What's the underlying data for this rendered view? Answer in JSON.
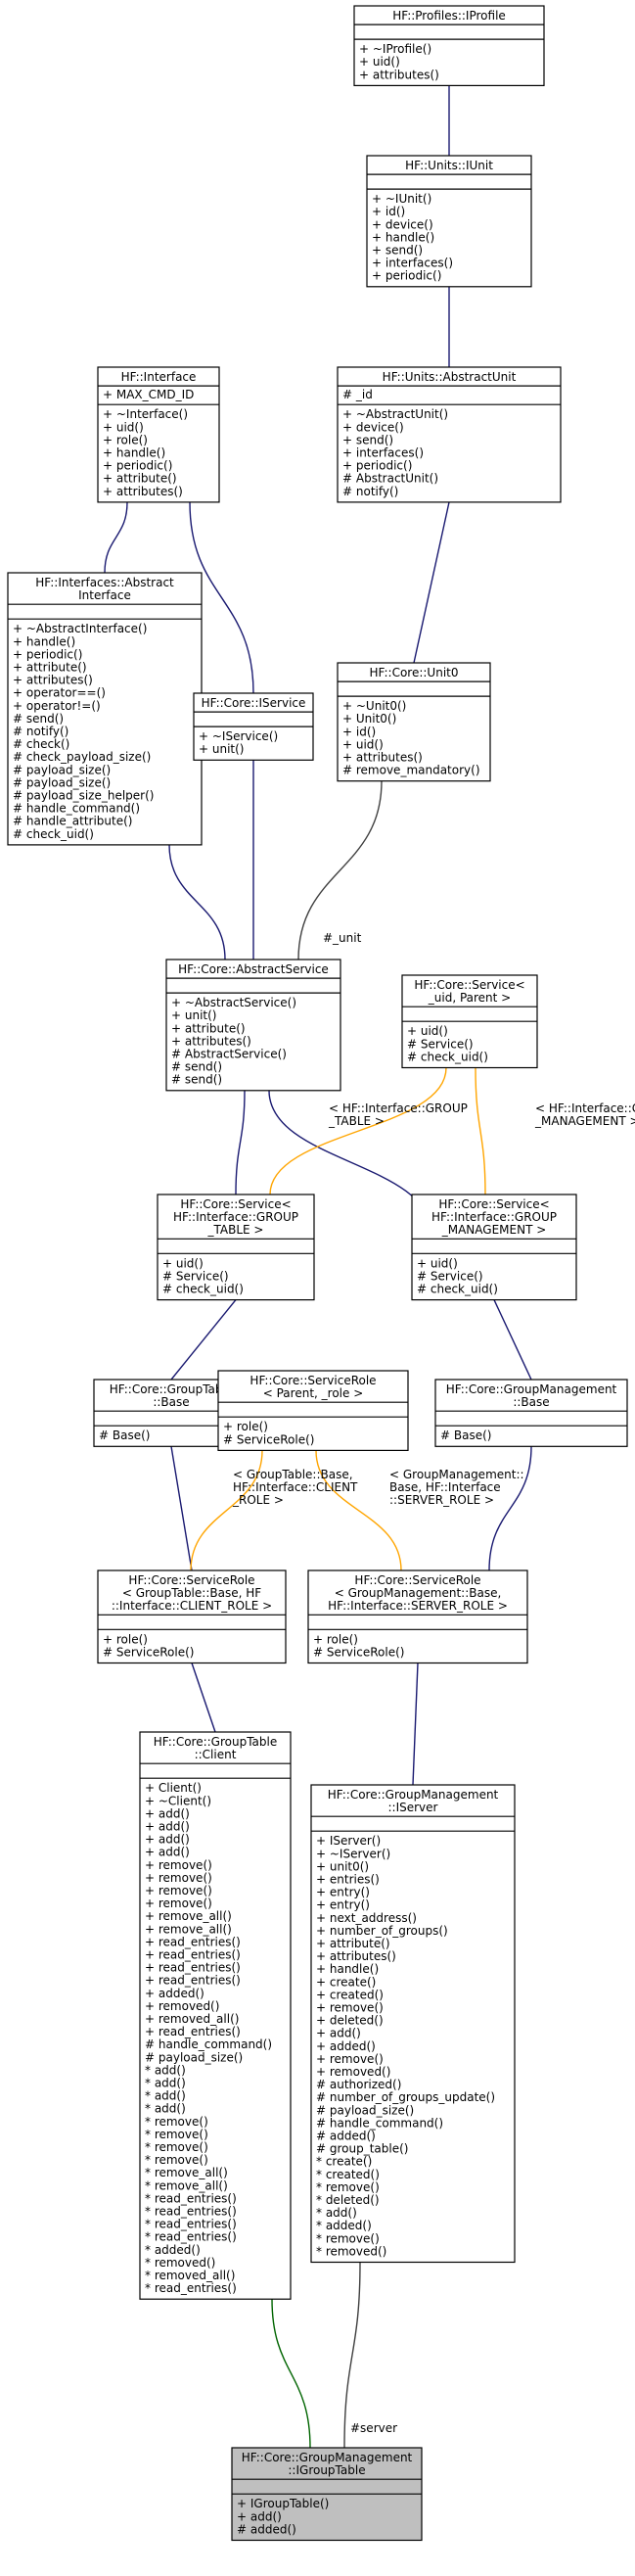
{
  "classes": {
    "iprofile": {
      "title": [
        "HF::Profiles::IProfile"
      ],
      "attrs": [],
      "methods": [
        "+ ~IProfile()",
        "+ uid()",
        "+ attributes()"
      ]
    },
    "iunit": {
      "title": [
        "HF::Units::IUnit"
      ],
      "attrs": [],
      "methods": [
        "+ ~IUnit()",
        "+ id()",
        "+ device()",
        "+ handle()",
        "+ send()",
        "+ interfaces()",
        "+ periodic()"
      ]
    },
    "abstractunit": {
      "title": [
        "HF::Units::AbstractUnit"
      ],
      "attrs": [
        "# _id"
      ],
      "methods": [
        "+ ~AbstractUnit()",
        "+ device()",
        "+ send()",
        "+ interfaces()",
        "+ periodic()",
        "# AbstractUnit()",
        "# notify()"
      ]
    },
    "interface": {
      "title": [
        "HF::Interface"
      ],
      "attrs": [
        "+ MAX_CMD_ID"
      ],
      "methods": [
        "+ ~Interface()",
        "+ uid()",
        "+ role()",
        "+ handle()",
        "+ periodic()",
        "+ attribute()",
        "+ attributes()"
      ]
    },
    "abstractinterface": {
      "title": [
        "HF::Interfaces::Abstract",
        "Interface"
      ],
      "attrs": [],
      "methods": [
        "+ ~AbstractInterface()",
        "+ handle()",
        "+ periodic()",
        "+ attribute()",
        "+ attributes()",
        "+ operator==()",
        "+ operator!=()",
        "# send()",
        "# notify()",
        "# check()",
        "# check_payload_size()",
        "# payload_size()",
        "# payload_size()",
        "# payload_size_helper()",
        "# handle_command()",
        "# handle_attribute()",
        "# check_uid()"
      ]
    },
    "iservice": {
      "title": [
        "HF::Core::IService"
      ],
      "attrs": [],
      "methods": [
        "+ ~IService()",
        "+ unit()"
      ]
    },
    "unit0": {
      "title": [
        "HF::Core::Unit0"
      ],
      "attrs": [],
      "methods": [
        "+ ~Unit0()",
        "+ Unit0()",
        "+ id()",
        "+ uid()",
        "+ attributes()",
        "# remove_mandatory()"
      ]
    },
    "abstractservice": {
      "title": [
        "HF::Core::AbstractService"
      ],
      "attrs": [],
      "methods": [
        "+ ~AbstractService()",
        "+ unit()",
        "+ attribute()",
        "+ attributes()",
        "# AbstractService()",
        "# send()",
        "# send()"
      ]
    },
    "service_tpl": {
      "title": [
        "HF::Core::Service<",
        "_uid, Parent >"
      ],
      "attrs": [],
      "methods": [
        "+ uid()",
        "# Service()",
        "# check_uid()"
      ]
    },
    "service_gt": {
      "title": [
        "HF::Core::Service<",
        "HF::Interface::GROUP",
        "_TABLE >"
      ],
      "attrs": [],
      "methods": [
        "+ uid()",
        "# Service()",
        "# check_uid()"
      ]
    },
    "service_gm": {
      "title": [
        "HF::Core::Service<",
        "HF::Interface::GROUP",
        "_MANAGEMENT >"
      ],
      "attrs": [],
      "methods": [
        "+ uid()",
        "# Service()",
        "# check_uid()"
      ]
    },
    "gt_base": {
      "title": [
        "HF::Core::GroupTable",
        "::Base"
      ],
      "attrs": [],
      "methods": [
        "# Base()"
      ]
    },
    "servicerole_tpl": {
      "title": [
        "HF::Core::ServiceRole",
        "< Parent, _role >"
      ],
      "attrs": [],
      "methods": [
        "+ role()",
        "# ServiceRole()"
      ]
    },
    "gm_base": {
      "title": [
        "HF::Core::GroupManagement",
        "::Base"
      ],
      "attrs": [],
      "methods": [
        "# Base()"
      ]
    },
    "sr_client": {
      "title": [
        "HF::Core::ServiceRole",
        "< GroupTable::Base, HF",
        "::Interface::CLIENT_ROLE >"
      ],
      "attrs": [],
      "methods": [
        "+ role()",
        "# ServiceRole()"
      ]
    },
    "sr_server": {
      "title": [
        "HF::Core::ServiceRole",
        "< GroupManagement::Base,",
        "HF::Interface::SERVER_ROLE >"
      ],
      "attrs": [],
      "methods": [
        "+ role()",
        "# ServiceRole()"
      ]
    },
    "gt_client": {
      "title": [
        "HF::Core::GroupTable",
        "::Client"
      ],
      "attrs": [],
      "methods": [
        "+ Client()",
        "+ ~Client()",
        "+ add()",
        "+ add()",
        "+ add()",
        "+ add()",
        "+ remove()",
        "+ remove()",
        "+ remove()",
        "+ remove()",
        "+ remove_all()",
        "+ remove_all()",
        "+ read_entries()",
        "+ read_entries()",
        "+ read_entries()",
        "+ read_entries()",
        "+ added()",
        "+ removed()",
        "+ removed_all()",
        "+ read_entries()",
        "# handle_command()",
        "# payload_size()",
        "* add()",
        "* add()",
        "* add()",
        "* add()",
        "* remove()",
        "* remove()",
        "* remove()",
        "* remove()",
        "* remove_all()",
        "* remove_all()",
        "* read_entries()",
        "* read_entries()",
        "* read_entries()",
        "* read_entries()",
        "* added()",
        "* removed()",
        "* removed_all()",
        "* read_entries()"
      ]
    },
    "gm_iserver": {
      "title": [
        "HF::Core::GroupManagement",
        "::IServer"
      ],
      "attrs": [],
      "methods": [
        "+ IServer()",
        "+ ~IServer()",
        "+ unit0()",
        "+ entries()",
        "+ entry()",
        "+ entry()",
        "+ next_address()",
        "+ number_of_groups()",
        "+ attribute()",
        "+ attributes()",
        "+ handle()",
        "+ create()",
        "+ created()",
        "+ remove()",
        "+ deleted()",
        "+ add()",
        "+ added()",
        "+ remove()",
        "+ removed()",
        "# authorized()",
        "# number_of_groups_update()",
        "# payload_size()",
        "# handle_command()",
        "# added()",
        "# group_table()",
        "* create()",
        "* created()",
        "* remove()",
        "* deleted()",
        "* add()",
        "* added()",
        "* remove()",
        "* removed()"
      ]
    },
    "gm_igrouptable": {
      "title": [
        "HF::Core::GroupManagement",
        "::IGroupTable"
      ],
      "attrs": [],
      "methods": [
        "+ IGroupTable()",
        "+ add()",
        "# added()"
      ]
    }
  },
  "edge_labels": {
    "unit": [
      "#_unit"
    ],
    "tpl_gt": [
      "< HF::Interface::GROUP",
      "_TABLE >"
    ],
    "tpl_gm": [
      "< HF::Interface::GROUP",
      "_MANAGEMENT >"
    ],
    "tpl_client": [
      "< GroupTable::Base,",
      "HF::Interface::CLIENT",
      "_ROLE >"
    ],
    "tpl_server": [
      "< GroupManagement::",
      "Base, HF::Interface",
      "::SERVER_ROLE >"
    ],
    "server": [
      "#server"
    ]
  },
  "colors": {
    "inheritance": "#191970",
    "template": "#ffa500",
    "usage": "#404040",
    "highlight_fill": "#bfbfbf"
  }
}
